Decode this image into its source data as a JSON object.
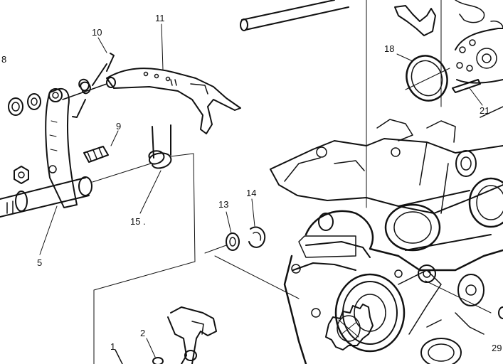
{
  "diagram": {
    "part_labels": {
      "p1": "1",
      "p2": "2",
      "p5": "5",
      "p8": "8",
      "p9": "9",
      "p10": "10",
      "p11": "11",
      "p13": "13",
      "p14": "14",
      "p15": "15 .",
      "p18": "18",
      "p21": "21",
      "p29": "29"
    }
  }
}
